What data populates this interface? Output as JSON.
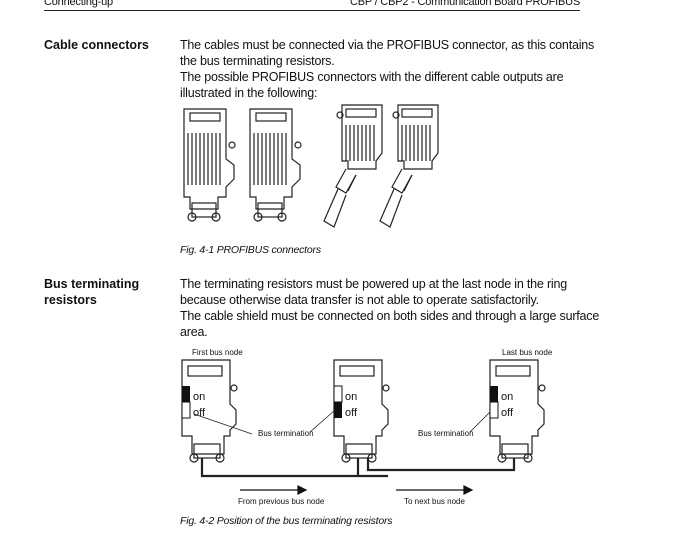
{
  "header": {
    "left": "Connecting-up",
    "right": "CBP / CBP2 - Communication Board PROFIBUS"
  },
  "section1": {
    "heading": "Cable connectors",
    "lines": [
      "The cables must be connected via the PROFIBUS connector, as this contains",
      "the bus terminating resistors.",
      "The possible PROFIBUS connectors with the different cable outputs are",
      "illustrated in the following:"
    ],
    "caption": "Fig. 4-1 PROFIBUS connectors"
  },
  "section2": {
    "heading_line1": "Bus terminating",
    "heading_line2": "resistors",
    "lines": [
      "The terminating resistors must be powered up at the last node in the ring",
      "because otherwise data transfer is not able to operate satisfactorily.",
      "The cable shield must be connected on both sides and through a large surface",
      "area."
    ],
    "caption": "Fig. 4-2 Position of the bus terminating resistors"
  },
  "figure2": {
    "first_node": "First bus node",
    "last_node": "Last bus node",
    "on": "on",
    "off": "off",
    "bus_termination": "Bus termination",
    "from_prev": "From previous bus node",
    "to_next": "To next bus node"
  }
}
